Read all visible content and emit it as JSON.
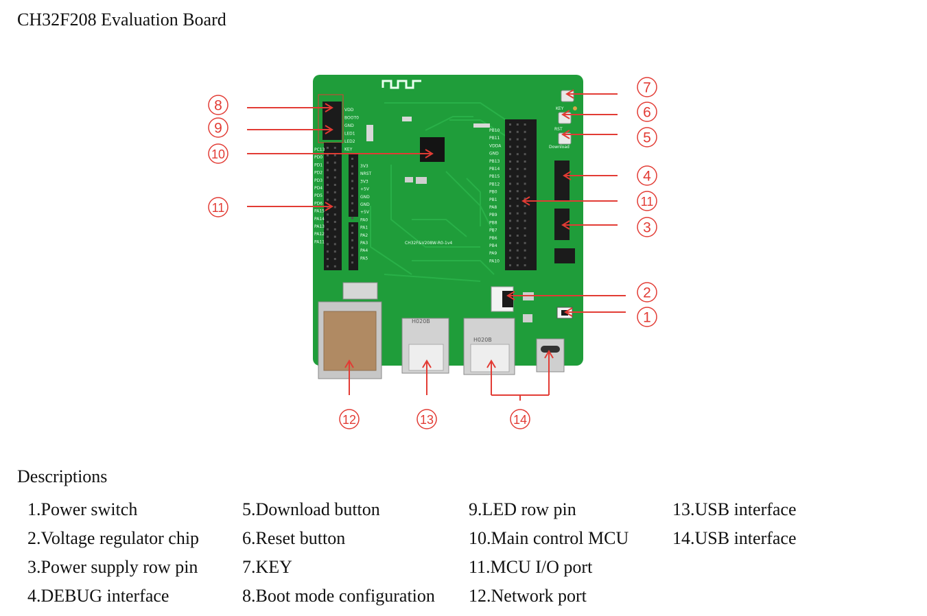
{
  "title": "CH32F208 Evaluation Board",
  "board": {
    "silkscreen_model": "CH32F&V208W-R0-1v4",
    "usb_label_1": "H020B",
    "usb_label_2": "H020B",
    "key_label": "KEY",
    "rst_label": "RST",
    "download_label": "Download",
    "jumper_labels": [
      "VDD",
      "BOOT0",
      "GND",
      "LED1",
      "LED2",
      "KEY"
    ],
    "header_left_labels": [
      "PC13",
      "PD0",
      "PD1",
      "PD2",
      "PD3",
      "PD4",
      "PD5",
      "PD6",
      "PA15",
      "PA14",
      "PA13",
      "PA12",
      "PA11"
    ],
    "header_mid_labels": [
      "3V3",
      "NRST",
      "3V3",
      "+5V",
      "GND",
      "GND",
      "+5V",
      "PA0",
      "PA1",
      "PA2",
      "PA3",
      "PA4",
      "PA5"
    ],
    "header_right_labels": [
      "PB10",
      "PB11",
      "VDDA",
      "GND",
      "PB13",
      "PB14",
      "PB15",
      "PB12",
      "PB0",
      "PB1",
      "PA8",
      "PB9",
      "PB8",
      "PB7",
      "PB6",
      "PB4",
      "PA9",
      "PA10"
    ]
  },
  "callouts": [
    {
      "num": "1",
      "label": "1"
    },
    {
      "num": "2",
      "label": "2"
    },
    {
      "num": "3",
      "label": "3"
    },
    {
      "num": "4",
      "label": "4"
    },
    {
      "num": "5",
      "label": "5"
    },
    {
      "num": "6",
      "label": "6"
    },
    {
      "num": "7",
      "label": "7"
    },
    {
      "num": "8",
      "label": "8"
    },
    {
      "num": "9",
      "label": "9"
    },
    {
      "num": "10",
      "label": "10"
    },
    {
      "num": "11",
      "label": "11"
    },
    {
      "num": "12",
      "label": "12"
    },
    {
      "num": "13",
      "label": "13"
    },
    {
      "num": "14",
      "label": "14"
    }
  ],
  "descriptions": {
    "heading": "Descriptions",
    "columns": [
      [
        "1.Power switch",
        "2.Voltage regulator chip",
        "3.Power supply row pin",
        "4.DEBUG interface"
      ],
      [
        "5.Download button",
        "6.Reset button",
        "7.KEY",
        "8.Boot mode configuration"
      ],
      [
        "9.LED row pin",
        "10.Main control MCU",
        "11.MCU I/O port",
        "12.Network port"
      ],
      [
        "13.USB interface",
        "14.USB interface"
      ]
    ]
  },
  "colors": {
    "pcb": "#1f9d3a",
    "pcb_dark": "#17862f",
    "trace": "#2bb34a",
    "callout": "#e23b34",
    "header": "#1b1b1b",
    "metal": "#c9c9c9"
  }
}
